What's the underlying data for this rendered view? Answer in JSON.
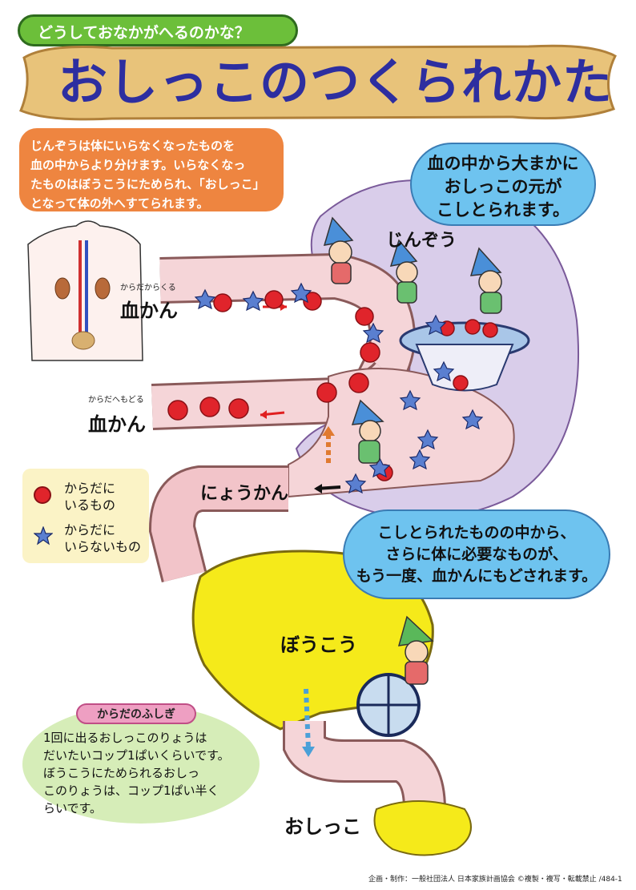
{
  "header": {
    "question": "どうしておなかがへるのかな？",
    "title": "おしっこのつくられかた"
  },
  "intro": {
    "lines": [
      "じんぞうは体にいらなくなったものを",
      "血の中からより分けます。いらなくなっ",
      "たものはぼうこうにためられ、「おしっこ」",
      "となって体の外へすてられます。"
    ]
  },
  "clouds": {
    "filter": [
      "血の中から大まかに",
      "おしっこの元が",
      "こしとられます。"
    ],
    "reabsorb": [
      "こしとられたものの中から、",
      "さらに体に必要なものが、",
      "もう一度、血かんにもどされます。"
    ]
  },
  "labels": {
    "kidney": "じんぞう",
    "vessel_in_caption": "からだからくる",
    "vessel_in": "血かん",
    "vessel_out_caption": "からだへもどる",
    "vessel_out": "血かん",
    "ureter": "にょうかん",
    "bladder": "ぼうこう",
    "urine": "おしっこ"
  },
  "legend": {
    "needed": [
      "からだに",
      "いるもの"
    ],
    "unneeded": [
      "からだに",
      "いらないもの"
    ]
  },
  "fact": {
    "label": "からだのふしぎ",
    "lines": [
      "1回に出るおしっこのりょうは",
      "だいたいコップ1ぱいくらいです。",
      "ぼうこうにためられるおしっ",
      "このりょうは、コップ1ぱい半く",
      "らいです。"
    ]
  },
  "footer": "企画・制作：一般社団法人 日本家族計画協会 ©複製・複写・転載禁止 /484-1",
  "colors": {
    "title": "#2d2ea0",
    "green_banner": "#6cbf3a",
    "intro_orange": "#ee8540",
    "cloud_blue": "#6ec3ef",
    "kidney_purple": "#d9cdea",
    "tube_pink": "#f5d5d8",
    "blood_cell": "#e0242b",
    "waste_star": "#5a7fd0",
    "bladder_yellow": "#f5ea1a",
    "legend_bg": "#fbf3c6",
    "fact_bg": "#d6edb8"
  }
}
